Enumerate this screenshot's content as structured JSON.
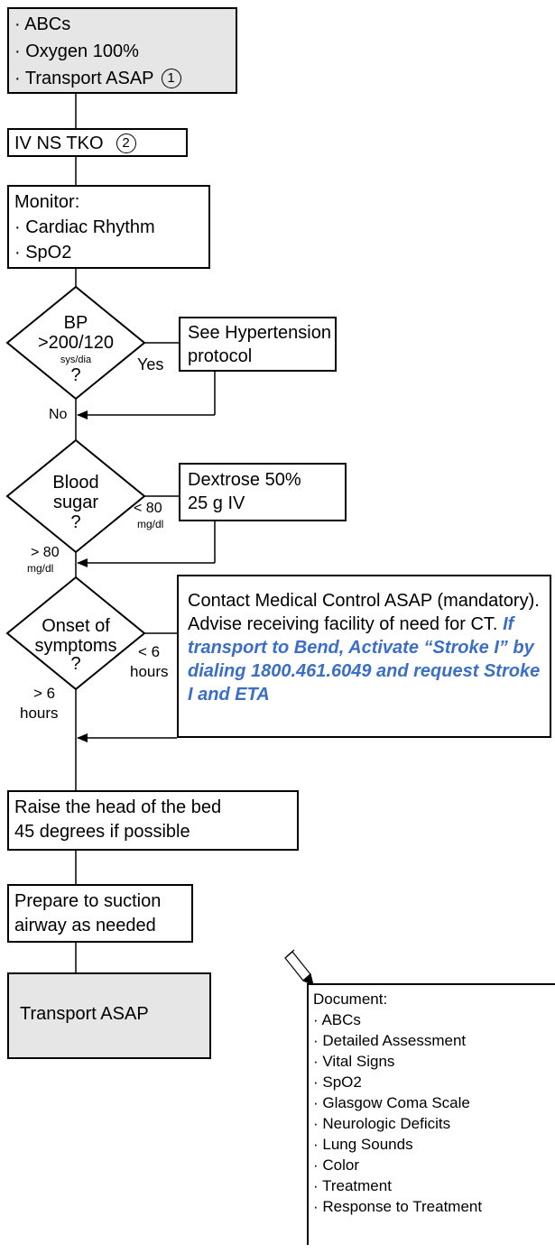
{
  "box1": {
    "items": [
      "ABCs",
      "Oxygen 100%",
      "Transport ASAP"
    ],
    "note": "1"
  },
  "box2": {
    "label": "IV NS TKO",
    "note": "2"
  },
  "box3": {
    "title": "Monitor:",
    "items": [
      "Cardiac Rhythm",
      "SpO2"
    ]
  },
  "bp": {
    "line1": "BP",
    "line2": ">200/120",
    "line3": "sys/dia",
    "line4": "?",
    "yes": "Yes",
    "no": "No",
    "box": [
      "See Hypertension",
      "protocol"
    ]
  },
  "sugar": {
    "line1": "Blood",
    "line2": "sugar",
    "line3": "?",
    "low_val": "< 80",
    "low_unit": "mg/dl",
    "high_val": "> 80",
    "high_unit": "mg/dl",
    "box": [
      "Dextrose 50%",
      "25 g IV"
    ]
  },
  "onset": {
    "line1": "Onset of",
    "line2": "symptoms",
    "line3": "?",
    "lt_val": "< 6",
    "lt_unit": "hours",
    "gt_val": "> 6",
    "gt_unit": "hours",
    "box_text": "Contact Medical Control ASAP (mandatory).  Advise receiving facility of need for CT.",
    "box_emph": "If transport to Bend, Activate “Stroke I” by dialing 1800.461.6049 and request Stroke I and ETA"
  },
  "raise": [
    "Raise the head of the bed",
    "45 degrees if possible"
  ],
  "suction": [
    "Prepare to suction",
    "airway as needed"
  ],
  "transport": "Transport ASAP",
  "document": {
    "title": "Document:",
    "items": [
      "ABCs",
      "Detailed Assessment",
      "Vital Signs",
      "SpO2",
      "Glasgow Coma Scale",
      "Neurologic Deficits",
      "Lung Sounds",
      "Color",
      "Treatment",
      "Response to Treatment"
    ]
  },
  "icons": {
    "document_icon": "pencil-icon"
  }
}
